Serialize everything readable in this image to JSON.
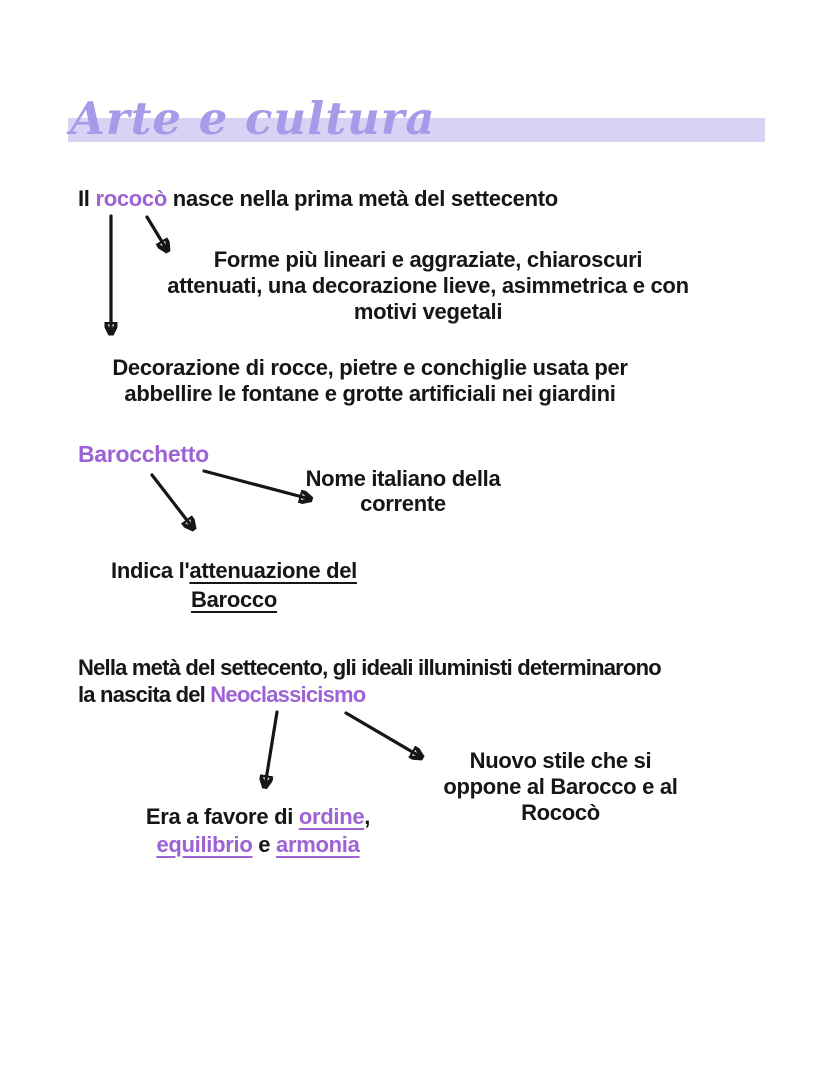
{
  "page": {
    "title": "Arte e cultura",
    "colors": {
      "accent_purple": "#9d63d6",
      "title_purple": "#a79ae8",
      "highlight_bar": "#d9d2f5",
      "ink": "#161616"
    },
    "intro": {
      "prefix": "Il ",
      "keyword": "rococò",
      "suffix": " nasce nella prima metà del settecento"
    },
    "forme_lines": [
      "Forme più lineari e aggraziate, chiaroscuri",
      "attenuati, una decorazione lieve, asimmetrica e con",
      "motivi vegetali"
    ],
    "decorazione_lines": [
      "Decorazione di rocce, pietre e conchiglie usata per",
      "abbellire le fontane e grotte artificiali nei giardini"
    ],
    "barocchetto_label": "Barocchetto",
    "nome_lines": [
      "Nome italiano della",
      "corrente"
    ],
    "indica": {
      "prefix": "Indica l'",
      "underline_line1": "attenuazione del",
      "underline_line2": "Barocco"
    },
    "neoclassicismo": {
      "line1": "Nella metà del settecento, gli ideali illuministi determinarono",
      "line2_prefix": "la nascita del ",
      "keyword": "Neoclassicismo"
    },
    "nuovo_stile_lines": [
      "Nuovo stile che si",
      "oppone al Barocco e al",
      "Rococò"
    ],
    "era_favore": {
      "prefix": "Era a favore di ",
      "word1": "ordine",
      "comma": ",",
      "word2": "equilibrio",
      "sep": " e ",
      "word3": "armonia"
    }
  }
}
